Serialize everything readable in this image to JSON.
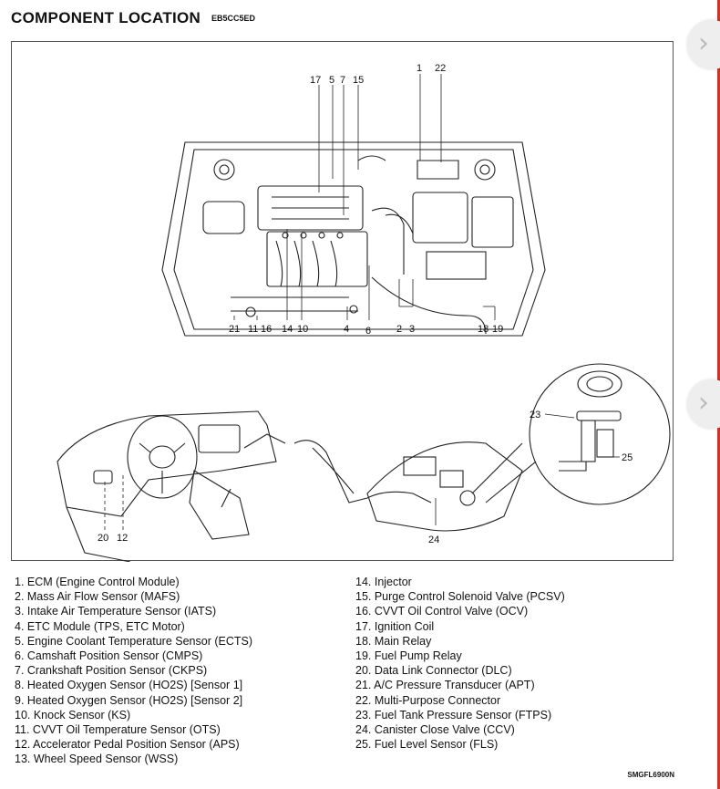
{
  "header": {
    "title": "COMPONENT LOCATION",
    "doc_code": "EB5CC5ED"
  },
  "figure": {
    "code": "SMGFL6900N",
    "engine_top_callouts": [
      "17",
      "5",
      "7",
      "15",
      "1",
      "22"
    ],
    "engine_bottom_callouts": [
      "21",
      "11",
      "16",
      "14",
      "10",
      "4",
      "6",
      "2",
      "3",
      "18",
      "19"
    ],
    "dash_callouts": [
      "20",
      "12"
    ],
    "tank_callouts": [
      "23",
      "25",
      "24"
    ]
  },
  "legend": {
    "left": [
      "1. ECM (Engine Control Module)",
      "2. Mass Air Flow Sensor (MAFS)",
      "3. Intake Air Temperature Sensor (IATS)",
      "4. ETC Module (TPS, ETC Motor)",
      "5. Engine Coolant Temperature Sensor (ECTS)",
      "6. Camshaft Position Sensor (CMPS)",
      "7. Crankshaft Position Sensor (CKPS)",
      "8. Heated Oxygen Sensor (HO2S) [Sensor 1]",
      "9. Heated Oxygen Sensor (HO2S) [Sensor 2]",
      "10. Knock Sensor (KS)",
      "11. CVVT Oil Temperature Sensor (OTS)",
      "12. Accelerator Pedal Position Sensor (APS)",
      "13. Wheel Speed Sensor (WSS)"
    ],
    "right": [
      "14. Injector",
      "15. Purge Control Solenoid Valve (PCSV)",
      "16. CVVT Oil Control Valve (OCV)",
      "17. Ignition Coil",
      "18. Main Relay",
      "19. Fuel Pump Relay",
      "20. Data Link Connector (DLC)",
      "21. A/C Pressure Transducer (APT)",
      "22. Multi-Purpose Connector",
      "23. Fuel Tank Pressure Sensor (FTPS)",
      "24. Canister Close Valve (CCV)",
      "25. Fuel Level Sensor (FLS)"
    ]
  }
}
